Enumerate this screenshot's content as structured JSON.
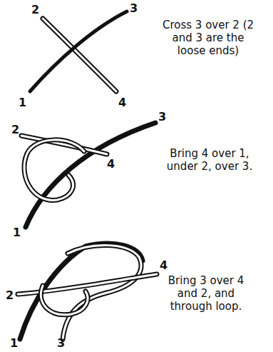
{
  "diagram": {
    "labels": [
      "2",
      "3",
      "Cross 3 over 2 (2 and 3 are the loose ends)",
      "1",
      "4",
      "2",
      "3",
      "4",
      "1",
      "Bring 4 over 1, under 2, over 3.",
      "2",
      "4",
      "1",
      "3",
      "Bring 3 over 4 and 2, and through loop."
    ]
  }
}
